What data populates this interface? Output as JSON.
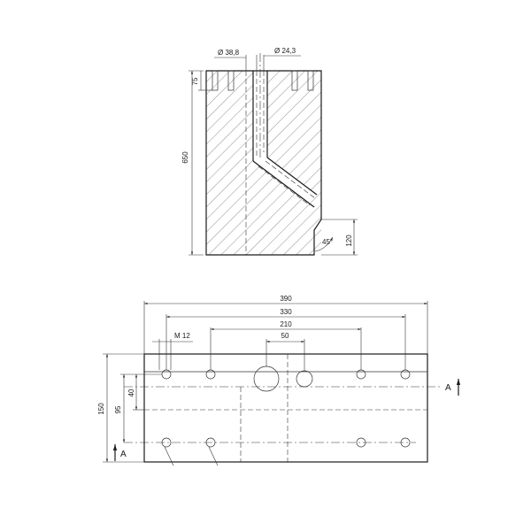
{
  "side_view": {
    "dim_hole_large": "Ø 38,8",
    "dim_hole_small": "Ø 24,3",
    "dim_height": "650",
    "dim_top": "75",
    "dim_bottom": "120",
    "dim_angle": "45°"
  },
  "plan_view": {
    "dim_overall_width": "390",
    "dim_hole_pitch_outer": "330",
    "dim_hole_pitch_inner": "210",
    "dim_center_holes": "50",
    "dim_thread": "M 12",
    "dim_height": "150",
    "dim_row_spacing": "95",
    "dim_offset": "40",
    "section_left": "A",
    "section_right": "A"
  }
}
